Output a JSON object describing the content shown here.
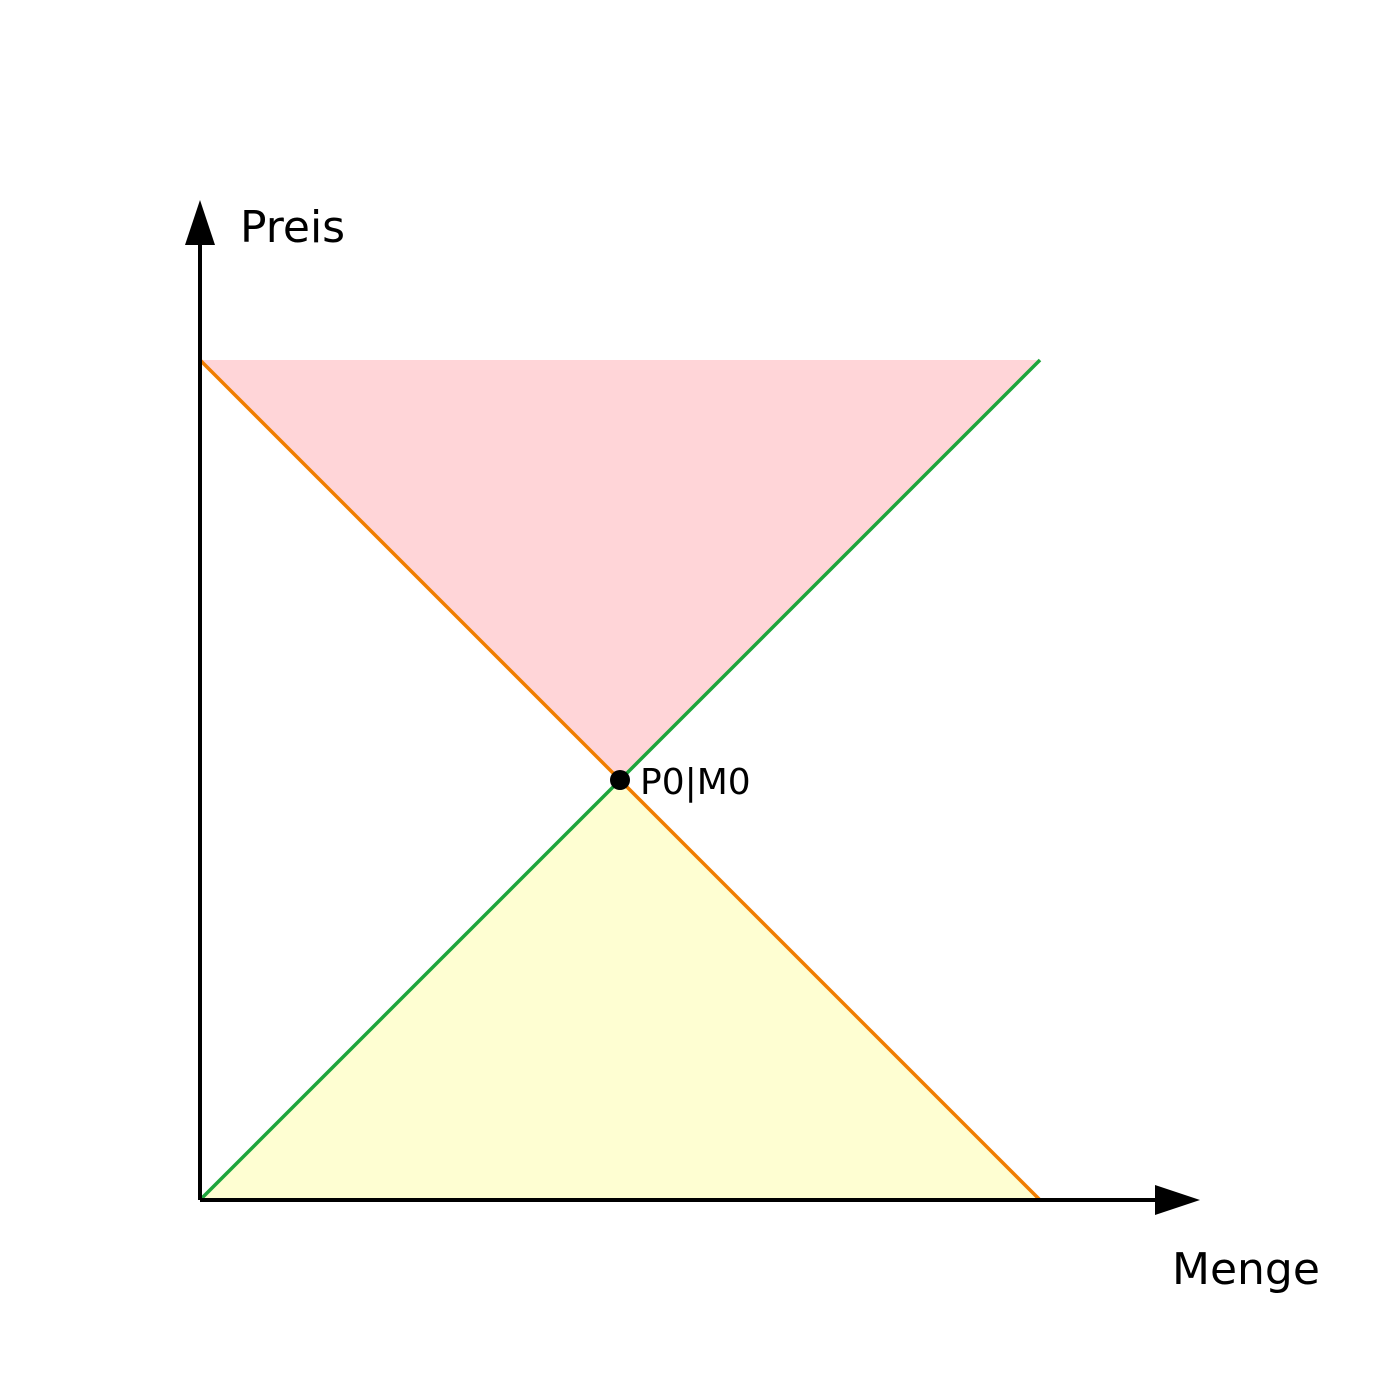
{
  "chart_data": {
    "type": "line",
    "xlabel": "Menge",
    "ylabel": "Preis",
    "xlim": [
      0,
      10
    ],
    "ylim": [
      0,
      10
    ],
    "grid": false,
    "series": [
      {
        "role": "demand",
        "color": "#f07d00",
        "x": [
          0,
          10
        ],
        "y": [
          10,
          0
        ]
      },
      {
        "role": "supply",
        "color": "#1ea53c",
        "x": [
          0,
          10
        ],
        "y": [
          0,
          10
        ]
      }
    ],
    "areas": [
      {
        "role": "upper",
        "color": "#ffd5d8",
        "points": [
          [
            0,
            10
          ],
          [
            10,
            10
          ],
          [
            5,
            5
          ]
        ]
      },
      {
        "role": "lower",
        "color": "#fefed2",
        "points": [
          [
            0,
            0
          ],
          [
            10,
            0
          ],
          [
            5,
            5
          ]
        ]
      }
    ],
    "equilibrium": {
      "x": 5,
      "y": 5,
      "label": "P0|M0"
    },
    "colors": {
      "axis": "#000000",
      "point": "#000000"
    }
  }
}
